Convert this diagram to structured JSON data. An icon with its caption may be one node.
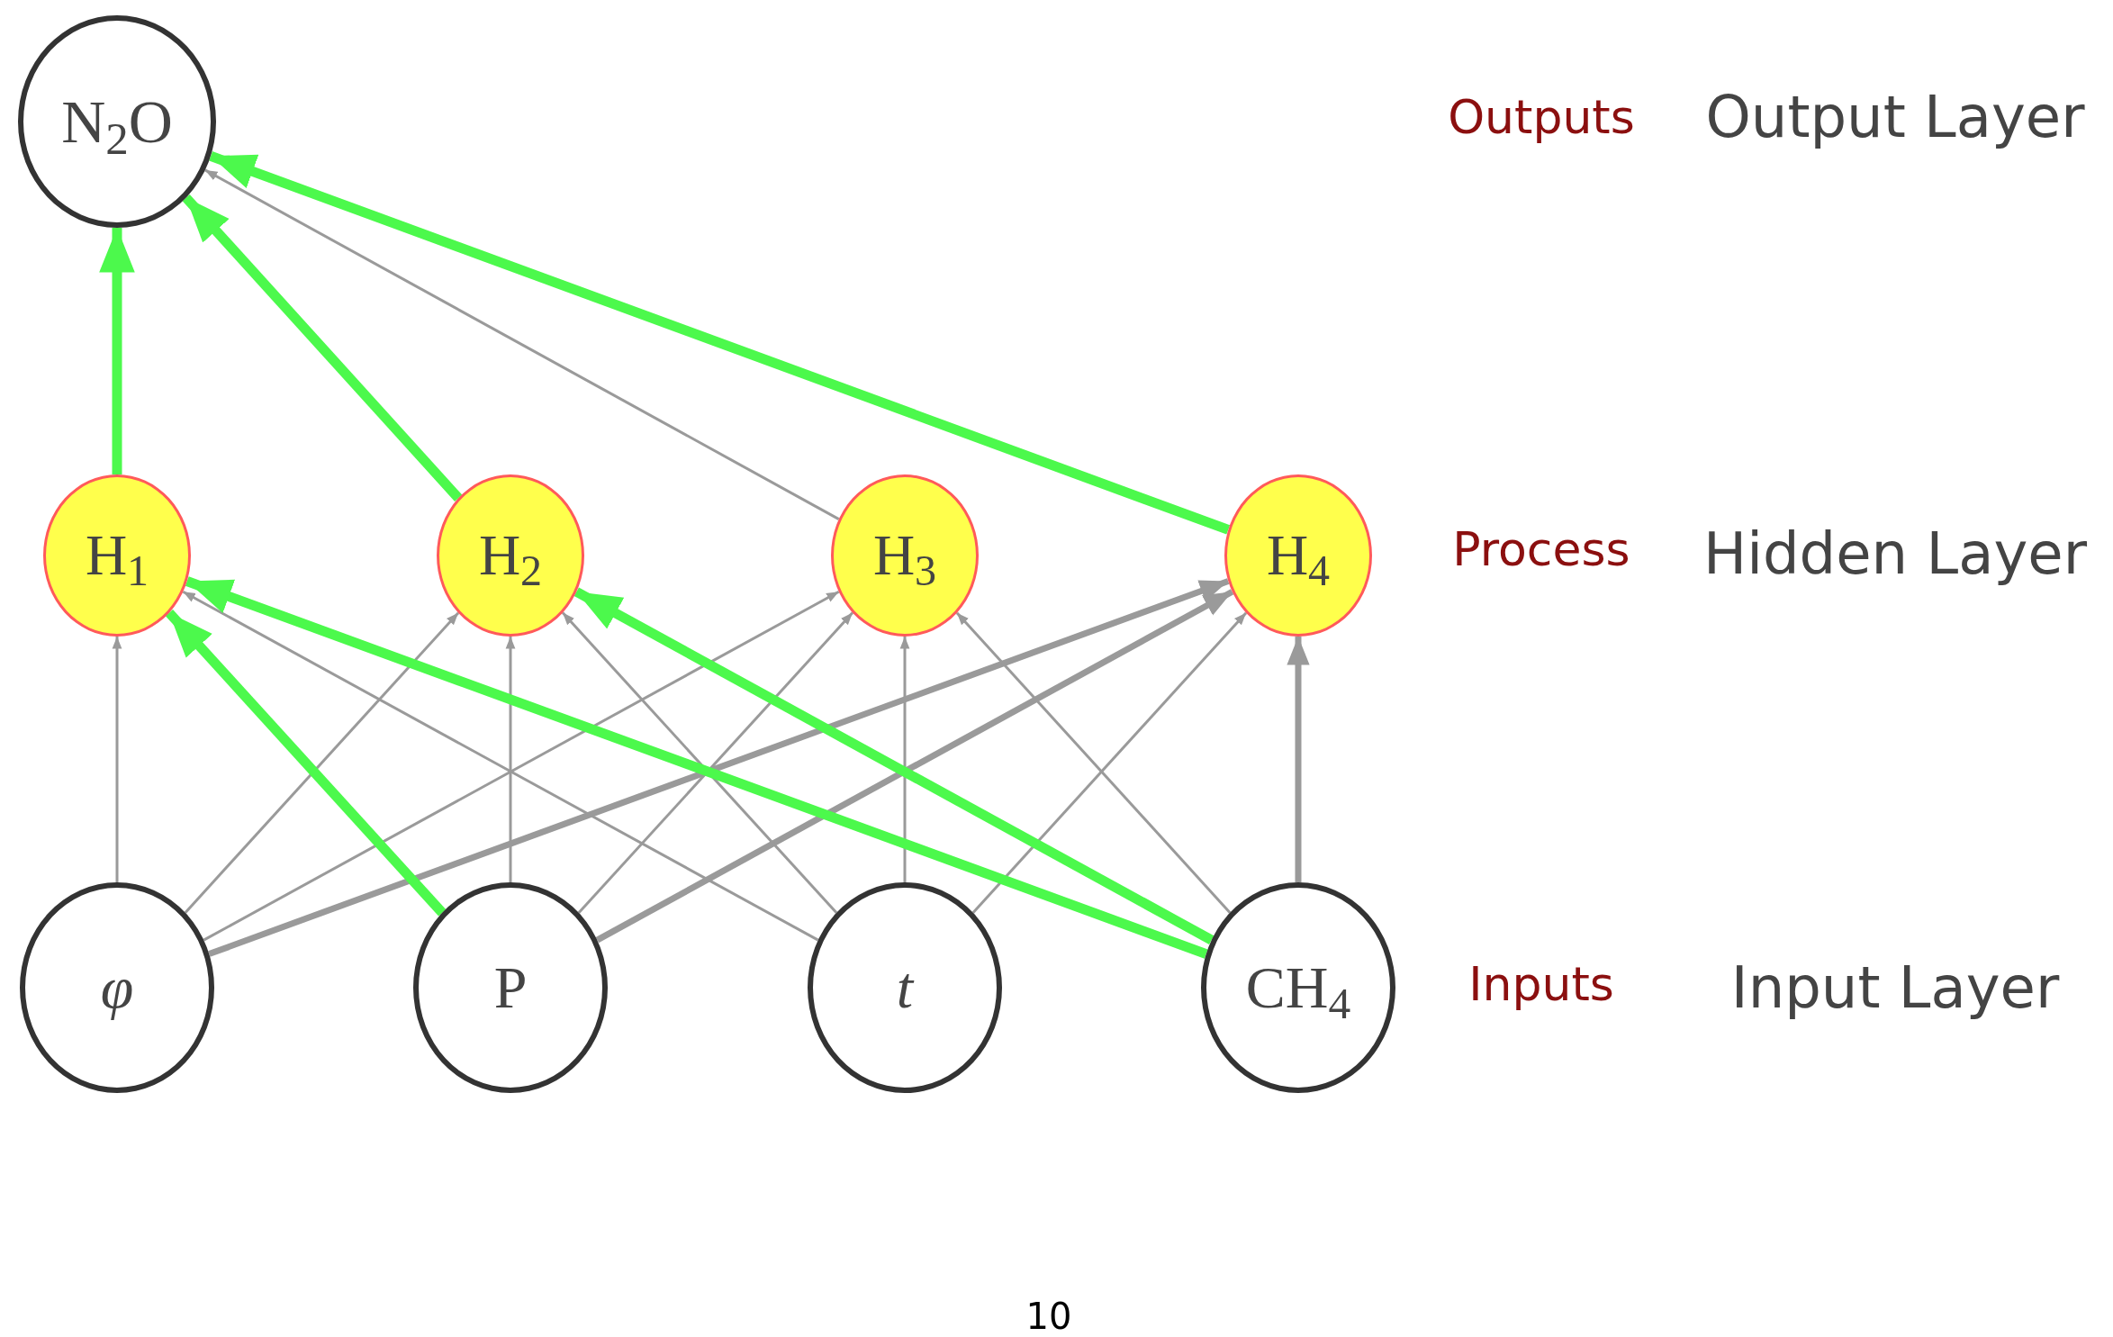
{
  "diagram": {
    "nodes": [
      {
        "text": [
          "N$_{2}$O"
        ]
      },
      {
        "text": [
          "H$_{1}$"
        ]
      },
      {
        "text": [
          "H$_{2}$"
        ]
      },
      {
        "text": [
          "H$_{3}$"
        ]
      },
      {
        "text": [
          "H$_{4}$"
        ]
      },
      {
        "text": [
          "φ"
        ]
      },
      {
        "text": [
          "P"
        ]
      },
      {
        "text": [
          "t"
        ]
      },
      {
        "text": [
          "CH$_{4}$"
        ]
      }
    ],
    "edges": [
      {
        "from": 1,
        "to": 0,
        "arrow": "to",
        "style": "thick",
        "color": "#4cf94c"
      },
      {
        "from": 2,
        "to": 0,
        "arrow": "to",
        "style": "thick",
        "color": "#4cf94c"
      },
      {
        "from": 3,
        "to": 0,
        "arrow": "to"
      },
      {
        "from": 4,
        "to": 0,
        "arrow": "to",
        "style": "thick",
        "color": "#4cf94c"
      },
      {
        "from": 5,
        "to": 1,
        "arrow": "to"
      },
      {
        "from": 5,
        "to": 2,
        "arrow": "to"
      },
      {
        "from": 5,
        "to": 3,
        "arrow": "to"
      },
      {
        "from": 5,
        "to": 4,
        "arrow": "to",
        "style": "thick"
      },
      {
        "from": 6,
        "to": 1,
        "arrow": "to",
        "style": "thick",
        "color": "#4cf94c"
      },
      {
        "from": 6,
        "to": 2,
        "arrow": "to"
      },
      {
        "from": 6,
        "to": 3,
        "arrow": "to"
      },
      {
        "from": 6,
        "to": 4,
        "arrow": "to",
        "style": "thick"
      },
      {
        "from": 7,
        "to": 1,
        "arrow": "to"
      },
      {
        "from": 7,
        "to": 2,
        "arrow": "to"
      },
      {
        "from": 7,
        "to": 3,
        "arrow": "to"
      },
      {
        "from": 7,
        "to": 4,
        "arrow": "to"
      },
      {
        "from": 8,
        "to": 1,
        "arrow": "to",
        "style": "thick",
        "color": "#4cf94c"
      },
      {
        "from": 8,
        "to": 2,
        "arrow": "to",
        "style": "thick",
        "color": "#4cf94c"
      },
      {
        "from": 8,
        "to": 3,
        "arrow": "to"
      },
      {
        "from": 8,
        "to": 4,
        "arrow": "to",
        "style": "thick"
      }
    ],
    "labels": [
      "Outputs",
      "Output Layer",
      "Process",
      "Hidden Layer",
      "Inputs",
      "Input Layer",
      "10"
    ]
  }
}
